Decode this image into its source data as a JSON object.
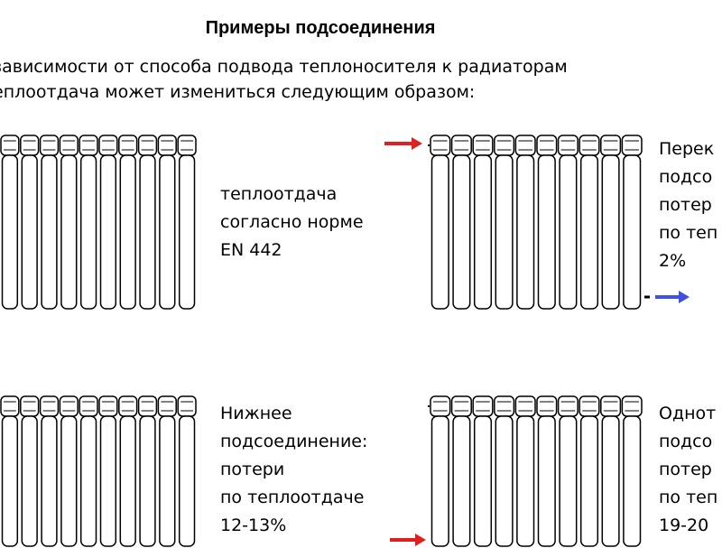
{
  "title": "Примеры подсоединения",
  "intro": {
    "line1": "зависимости от способа подвода теплоносителя к радиаторам",
    "line2": "еплоотдача может измениться следующим образом:"
  },
  "examples": [
    {
      "lines": [
        "теплоотдача",
        "согласно норме",
        "EN 442"
      ]
    },
    {
      "lines": [
        "Перек",
        "подсо",
        "потер",
        "по теп",
        "2%"
      ]
    },
    {
      "lines": [
        "Нижнее",
        "подсоединение:",
        "потери",
        "по теплоотдаче",
        "12-13%"
      ]
    },
    {
      "lines": [
        "Однот",
        "подсо",
        "потер",
        "по теп",
        "19-20"
      ]
    }
  ],
  "colors": {
    "supply": "#e02020",
    "return": "#4050e0",
    "outline": "#000000"
  },
  "arrows": [
    "supply-arrow",
    "return-arrow",
    "supply-arrow"
  ]
}
